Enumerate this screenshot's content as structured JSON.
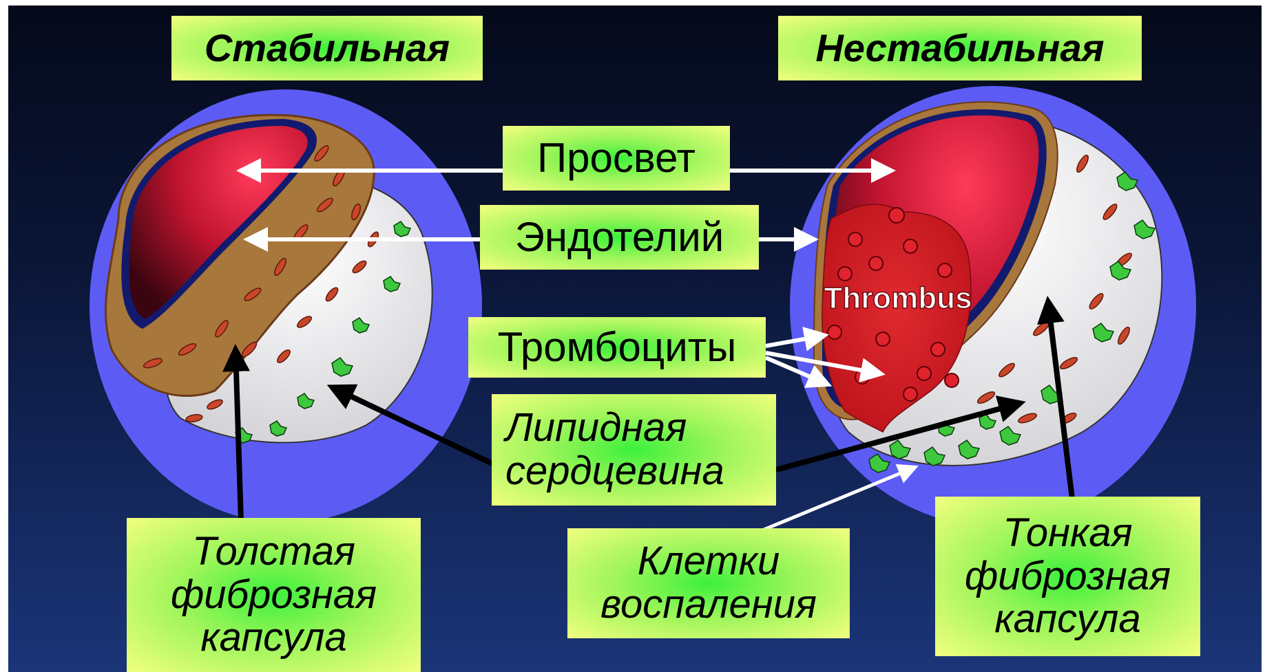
{
  "labels": {
    "stable": "Стабильная",
    "unstable": "Нестабильная",
    "lumen": "Просвет",
    "endothelium": "Эндотелий",
    "platelets": "Тромбоциты",
    "lipid_core": "Липидная\nсердцевина",
    "thick_cap": "Толстая\nфиброзная\nкапсула",
    "inflammatory_cells": "Клетки\nвоспаления",
    "thin_cap": "Тонкая\nфиброзная\nкапсула",
    "thrombus": "Thrombus"
  },
  "colors": {
    "label_center": "#3cf03c",
    "label_edge": "#f2ff80",
    "adventitia": "#5c5cf5",
    "lumen": "#c8183a",
    "endothelium_line": "#121a6e",
    "fibrous_cap": "#a8773b",
    "thrombus": "#cc1a22",
    "inflammatory_cell": "#3ec83e"
  }
}
